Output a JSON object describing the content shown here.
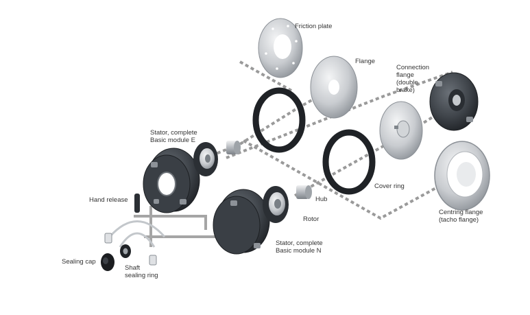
{
  "labels": {
    "friction_plate": "Friction plate",
    "flange": "Flange",
    "connection_flange": "Connection\nflange\n(double\nbrake)",
    "stator_basic_e": "Stator, complete\nBasic module E",
    "cover_ring": "Cover ring",
    "hand_release": "Hand release",
    "hub": "Hub",
    "rotor": "Rotor",
    "centring_flange": "Centring flange\n(tacho flange)",
    "stator_basic_n": "Stator, complete\nBasic module N",
    "sealing_cap": "Sealing cap",
    "shaft_sealing_ring": "Shaft\nsealing ring"
  },
  "colors": {
    "background": "#ffffff",
    "part_dark": "#3b3f44",
    "part_mid": "#5a5f66",
    "part_metal": "#b9bdc2",
    "part_light": "#dfe1e4",
    "connector": "#9a9a9a",
    "text": "#333333"
  }
}
